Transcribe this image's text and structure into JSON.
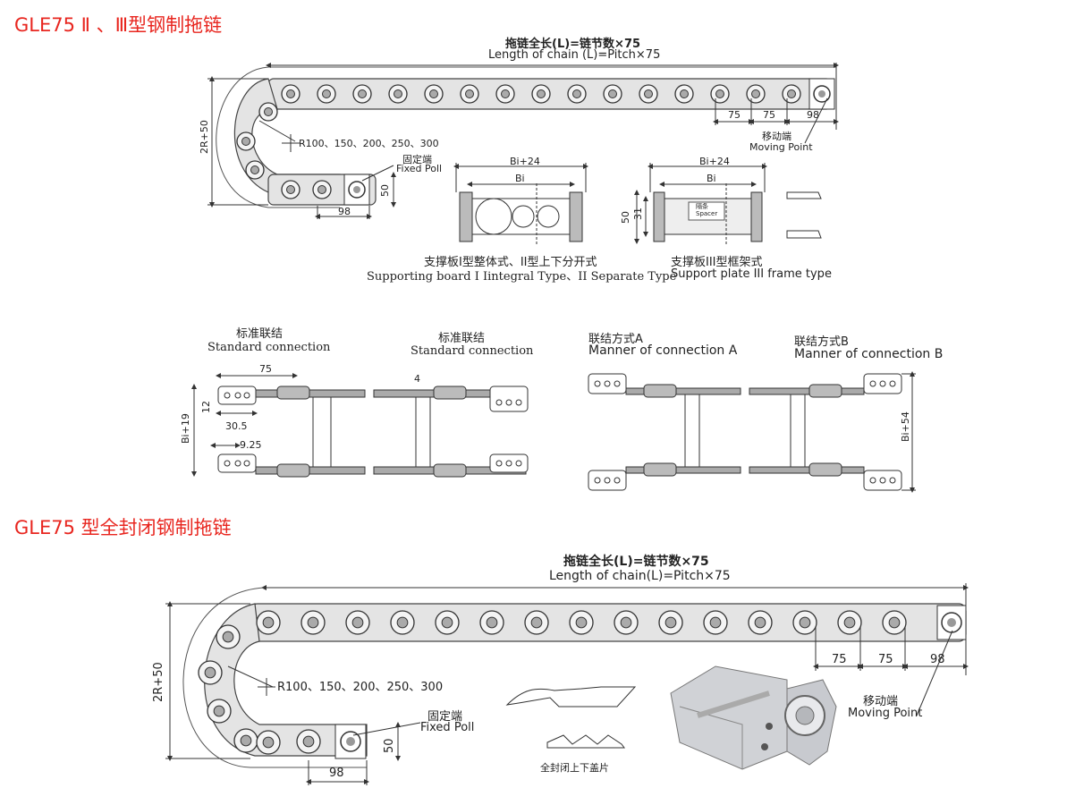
{
  "section1": {
    "title": "GLE75  Ⅱ 、Ⅲ型钢制拖链",
    "length_cn": "拖链全长(L)=链节数×75",
    "length_en": "Length of chain (L)=Pitch×75",
    "pitch_a": "75",
    "pitch_b": "75",
    "end_98": "98",
    "moving_cn": "移动端",
    "moving_en": "Moving Point",
    "radius": "R100、150、200、250、300",
    "fixed_cn": "固定端",
    "fixed_en": "Fixed Poll",
    "dim_2r50": "2R+50",
    "dim_50": "50",
    "dim_98": "98",
    "bi24_a": "Bi+24",
    "bi_a": "Bi",
    "bi24_b": "Bi+24",
    "bi_b": "Bi",
    "dim_50b": "50",
    "dim_31": "31",
    "spacer_cn": "隔条",
    "spacer_en": "Spacer",
    "type12_cn": "支撑板I型整体式、II型上下分开式",
    "type12_en": "Supporting board I Iintegral Type、II Separate Type",
    "type3_cn": "支撑板III型框架式",
    "type3_en": "Support plate III frame type"
  },
  "connections": {
    "std1_cn": "标准联结",
    "std1_en": "Standard connection",
    "std2_cn": "标准联结",
    "std2_en": "Standard connection",
    "a_cn": "联结方式A",
    "a_en": "Manner of connection A",
    "b_cn": "联结方式B",
    "b_en": "Manner of connection B",
    "dim_75": "75",
    "dim_12": "12",
    "dim_305": "30.5",
    "dim_925": "9.25",
    "dim_bi19": "Bi+19",
    "dim_4": "4",
    "dim_bi54": "Bi+54"
  },
  "section2": {
    "title": "GLE75 型全封闭钢制拖链",
    "length_cn": "拖链全长(L)=链节数×75",
    "length_en": "Length of chain(L)=Pitch×75",
    "pitch_a": "75",
    "pitch_b": "75",
    "end_98": "98",
    "moving_cn": "移动端",
    "moving_en": "Moving Point",
    "radius": "R100、150、200、250、300",
    "fixed_cn": "固定端",
    "fixed_en": "Fixed Poll",
    "dim_2r50": "2R+50",
    "dim_50": "50",
    "dim_98": "98",
    "cover_cn": "全封闭上下盖片"
  },
  "colors": {
    "title_red": "#e8261f",
    "line": "#333333",
    "chain_fill": "#d9d9d9"
  }
}
